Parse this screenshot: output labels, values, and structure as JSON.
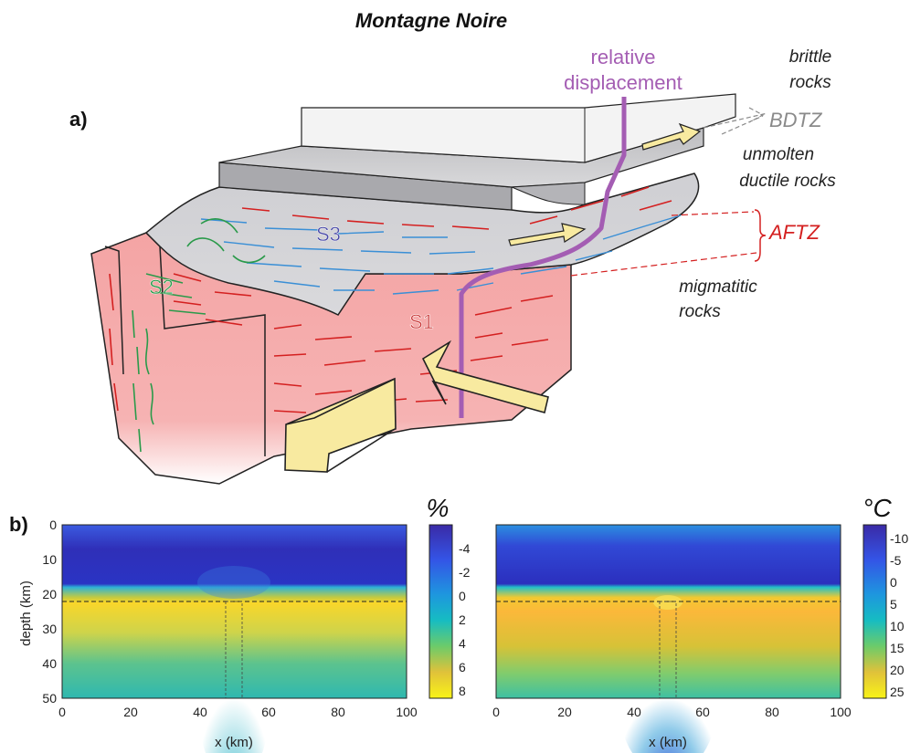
{
  "title": "Montagne Noire",
  "panel_a": {
    "label": "a)",
    "relative_displacement": [
      "relative",
      "displacement"
    ],
    "brittle_rocks": [
      "brittle",
      "rocks"
    ],
    "bdtz": "BDTZ",
    "unmolten_ductile": [
      "unmolten",
      "ductile rocks"
    ],
    "aftz": "AFTZ",
    "migmatitic": [
      "migmatitic",
      "rocks"
    ],
    "foliations": {
      "s1": "S1",
      "s2": "S2",
      "s3": "S3"
    },
    "colors": {
      "brittle": "#f1f1f1",
      "ductile": "#c9c9cb",
      "migmatite": "#f4a6a6",
      "displacement": "#a45db3",
      "arrow": "#f8eaa0",
      "aftz": "#d42020",
      "s1_lines": "#d42020",
      "s2_lines": "#2a9a4a",
      "s3_lines": "#3a8fd6"
    }
  },
  "panel_b": {
    "label": "b)",
    "plots": [
      {
        "colorbar_unit": "%",
        "colorbar_ticks": [
          "-4",
          "-2",
          "0",
          "2",
          "4",
          "6",
          "8"
        ],
        "xlabel": "x (km)",
        "ylabel": "depth (km)",
        "x_ticks": [
          "0",
          "20",
          "40",
          "60",
          "80",
          "100"
        ],
        "y_ticks": [
          "0",
          "10",
          "20",
          "30",
          "40",
          "50"
        ]
      },
      {
        "colorbar_unit": "°C",
        "colorbar_ticks": [
          "-10",
          "-5",
          "0",
          "5",
          "10",
          "15",
          "20",
          "25"
        ],
        "xlabel": "x (km)",
        "x_ticks": [
          "0",
          "20",
          "40",
          "60",
          "80",
          "100"
        ]
      }
    ]
  }
}
